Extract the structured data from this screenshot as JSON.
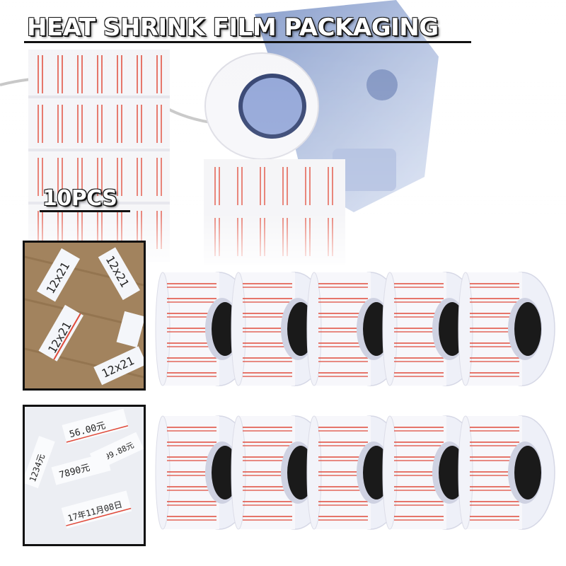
{
  "banner": {
    "headline": "HEAT SHRINK FILM PACKAGING",
    "count_label": "10PCS"
  },
  "colors": {
    "label_line_red": "#e04a3a",
    "roll_white": "#f7f7fb",
    "roll_core": "#1a1a1a",
    "background": "#ffffff",
    "wood": "#9a7a55"
  },
  "inset_top": {
    "labels": [
      "12x21",
      "12x21",
      "12x21",
      "12x21"
    ]
  },
  "inset_bottom": {
    "labels": [
      "56.00元",
      "¥999.88元",
      "1234元",
      "7890元",
      "17年11月08日"
    ]
  }
}
